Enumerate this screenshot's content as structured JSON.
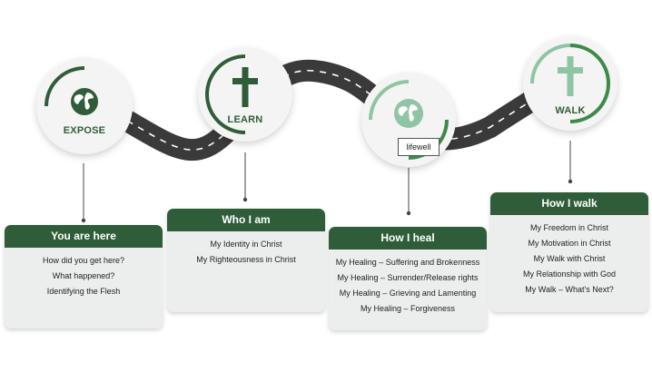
{
  "stages": [
    {
      "id": "expose",
      "label": "EXPOSE",
      "icon": "globe-icon",
      "card": {
        "title": "You are here",
        "items": [
          "How did you get here?",
          "What happened?",
          "Identifying the Flesh"
        ]
      }
    },
    {
      "id": "learn",
      "label": "LEARN",
      "icon": "cross-icon",
      "card": {
        "title": "Who I am",
        "items": [
          "My Identity in Christ",
          "My Righteousness in Christ"
        ]
      }
    },
    {
      "id": "heal",
      "label": "",
      "icon": "globe-icon",
      "card": {
        "title": "How I heal",
        "items": [
          "My Healing – Suffering and Brokenness",
          "My Healing – Surrender/Release rights",
          "My Healing – Grieving and Lamenting",
          "My Healing – Forgiveness"
        ]
      }
    },
    {
      "id": "walk",
      "label": "WALK",
      "icon": "cross-icon",
      "card": {
        "title": "How I walk",
        "items": [
          "My Freedom in Christ",
          "My Motivation in Christ",
          "My Walk with Christ",
          "My Relationship with God",
          "My Walk – What's Next?"
        ]
      }
    }
  ],
  "tooltip": {
    "text": "lifewell"
  },
  "colors": {
    "dark_green": "#2f5d3a",
    "light_green": "#8fc4a4",
    "accent_green": "#3d8a4a",
    "road": "#3a3a3a"
  }
}
